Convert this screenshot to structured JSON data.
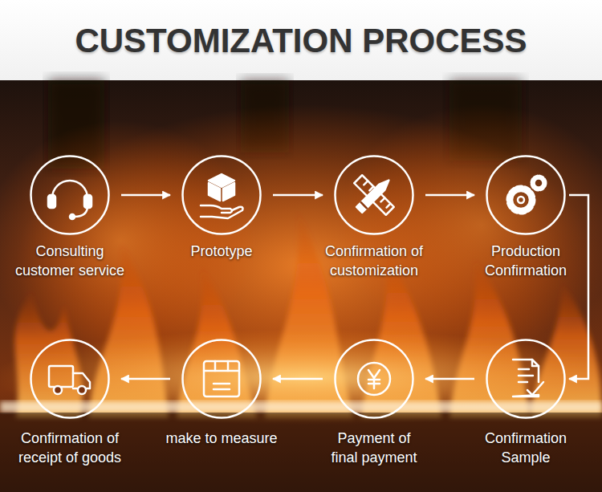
{
  "diagram": {
    "title": "CUSTOMIZATION PROCESS",
    "nodes": [
      {
        "text": [
          "Consulting customer service"
        ]
      },
      {
        "text": [
          "Prototype"
        ]
      },
      {
        "text": [
          "Confirmation of customization"
        ]
      },
      {
        "text": [
          "Production Confirmation"
        ]
      },
      {
        "text": [
          "Confirmation of receipt of goods"
        ]
      },
      {
        "text": [
          "make to measure"
        ]
      },
      {
        "text": [
          "Payment of final payment"
        ]
      },
      {
        "text": [
          "Confirmation Sample"
        ]
      }
    ],
    "edges": [
      {
        "from": 0,
        "to": 1,
        "arrow": "to"
      },
      {
        "from": 1,
        "to": 2,
        "arrow": "to"
      },
      {
        "from": 2,
        "to": 3,
        "arrow": "to"
      },
      {
        "from": 3,
        "to": 7,
        "arrow": "to"
      },
      {
        "from": 7,
        "to": 6,
        "arrow": "to"
      },
      {
        "from": 6,
        "to": 5,
        "arrow": "to"
      },
      {
        "from": 5,
        "to": 4,
        "arrow": "to"
      }
    ]
  }
}
